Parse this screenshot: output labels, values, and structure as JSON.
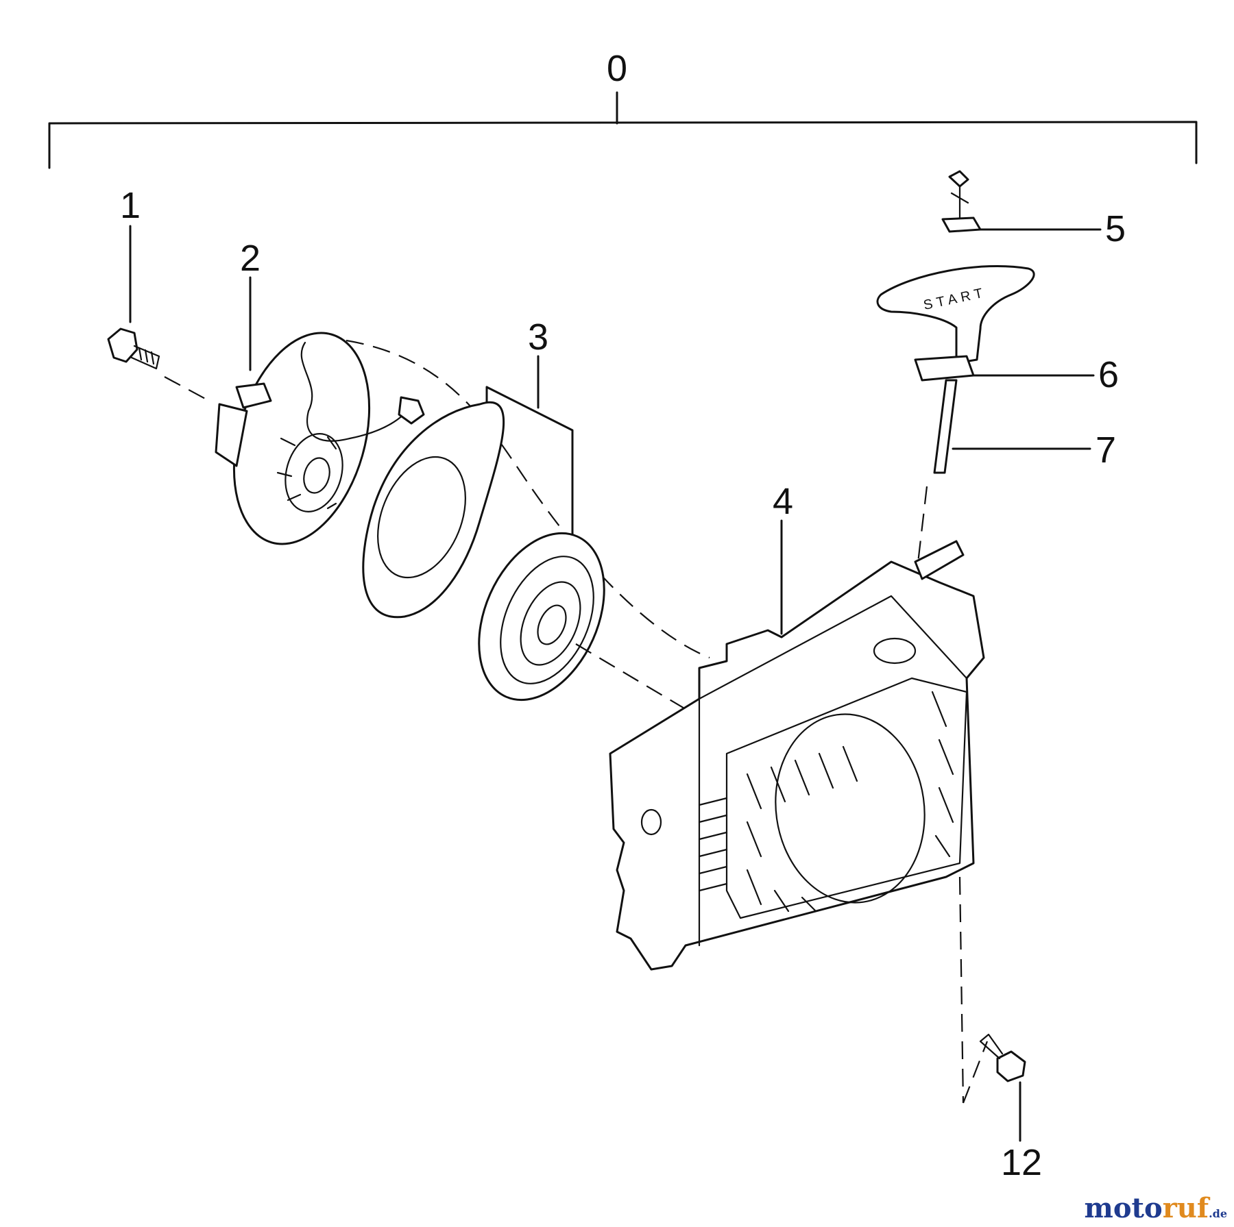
{
  "callouts": [
    "0",
    "1",
    "2",
    "3",
    "4",
    "5",
    "6",
    "7",
    "12"
  ],
  "handle_text": "START",
  "watermark": {
    "prefix": "moto",
    "accent": "ruf",
    "suffix": ".de"
  },
  "colors": {
    "line": "#111111",
    "watermark_blue": "#1f3b8f",
    "watermark_orange": "#e08a1e"
  }
}
